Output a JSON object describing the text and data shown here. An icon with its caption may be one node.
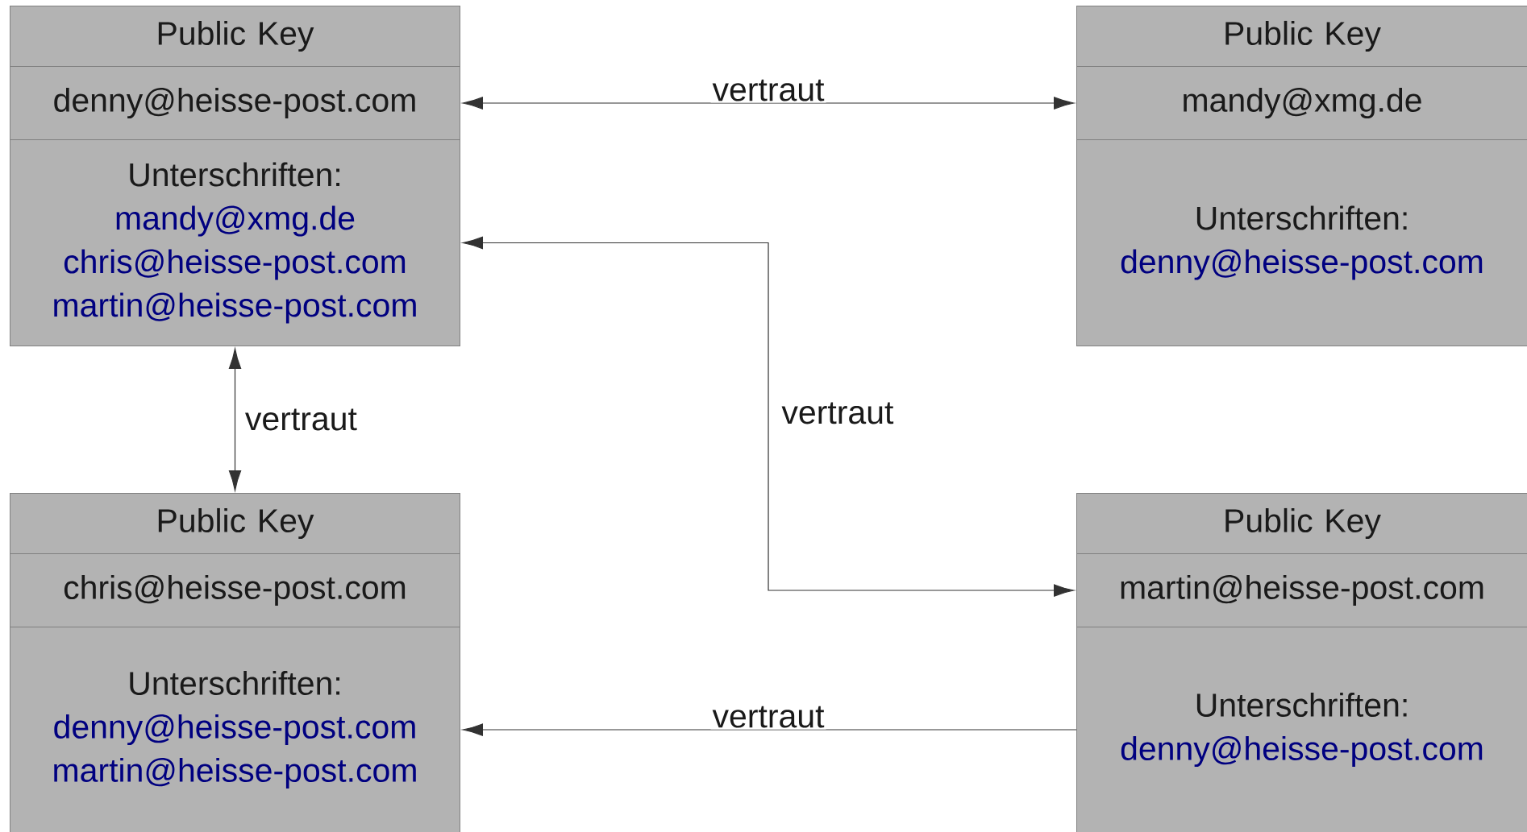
{
  "diagram": {
    "nodes": [
      {
        "text": [
          "Public Key"
        ]
      },
      {
        "text": [
          "denny@heisse-post.com"
        ]
      },
      {
        "text": [
          "Unterschriften:",
          "mandy@xmg.de",
          "chris@heisse-post.com",
          "martin@heisse-post.com"
        ]
      },
      {
        "text": [
          "Public Key"
        ]
      },
      {
        "text": [
          "mandy@xmg.de"
        ]
      },
      {
        "text": [
          "Unterschriften:",
          "denny@heisse-post.com"
        ]
      },
      {
        "text": [
          "Public Key"
        ]
      },
      {
        "text": [
          "chris@heisse-post.com"
        ]
      },
      {
        "text": [
          "Unterschriften:",
          "denny@heisse-post.com",
          "martin@heisse-post.com"
        ]
      },
      {
        "text": [
          "Public Key"
        ]
      },
      {
        "text": [
          "martin@heisse-post.com"
        ]
      },
      {
        "text": [
          "Unterschriften:",
          "denny@heisse-post.com"
        ]
      }
    ],
    "edges": [
      {
        "from": 1,
        "to": 4,
        "arrow": "both",
        "label": "vertraut"
      },
      {
        "from": 2,
        "to": 6,
        "arrow": "both",
        "label": "vertraut"
      },
      {
        "from": 2,
        "to": 10,
        "arrow": "both",
        "label": "vertraut"
      },
      {
        "from": 11,
        "to": 8,
        "arrow": "to",
        "label": "vertraut"
      }
    ]
  }
}
